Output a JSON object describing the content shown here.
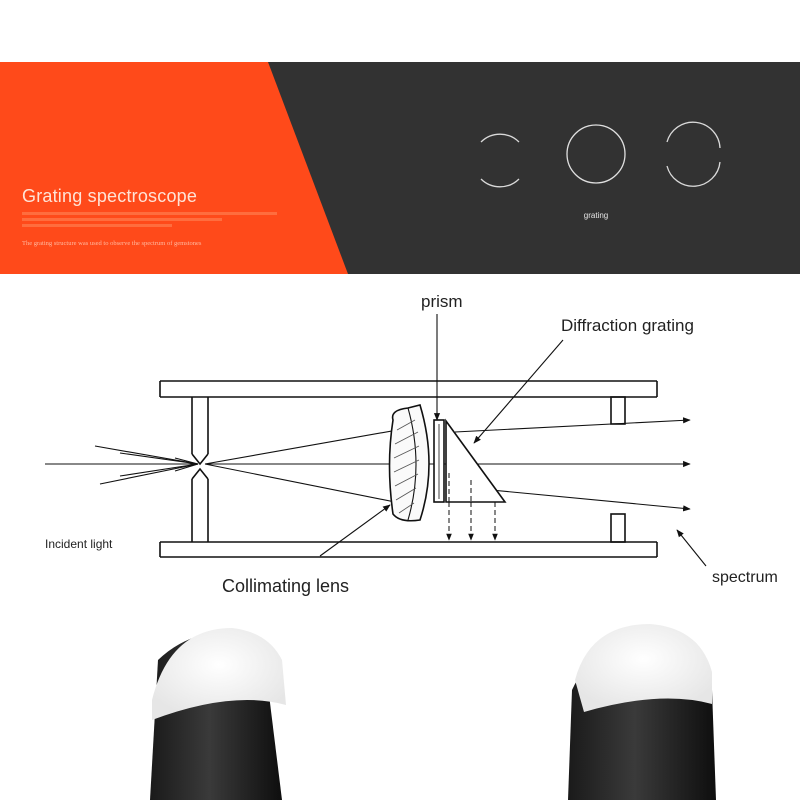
{
  "banner": {
    "title": "Grating spectroscope",
    "subtitle": "The grating structure was used to observe the spectrum of gemstones",
    "circle_label": "grating",
    "colors": {
      "accent": "#ff4a1a",
      "dark": "#323232"
    }
  },
  "diagram": {
    "labels": {
      "prism": "prism",
      "diffraction_grating": "Diffraction grating",
      "incident_light": "Incident light",
      "collimating_lens": "Collimating lens",
      "spectrum": "spectrum"
    }
  }
}
